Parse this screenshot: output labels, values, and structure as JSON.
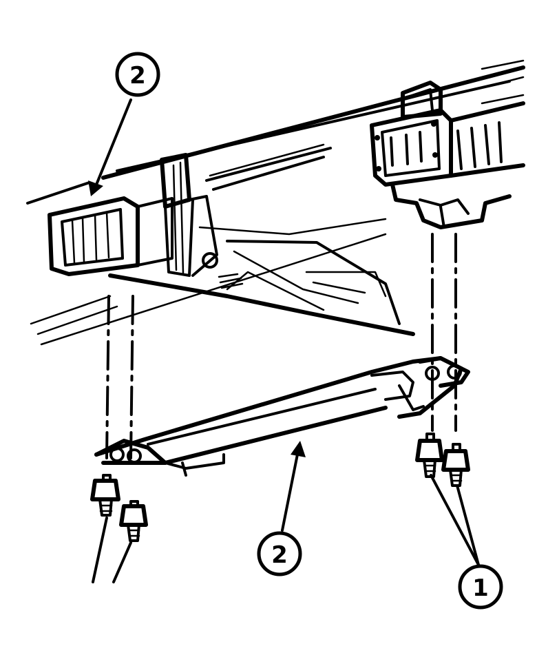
{
  "colors": {
    "ink": "#000000",
    "paper": "#ffffff"
  },
  "callouts": [
    {
      "label": "2"
    },
    {
      "label": "2"
    },
    {
      "label": "1"
    }
  ]
}
